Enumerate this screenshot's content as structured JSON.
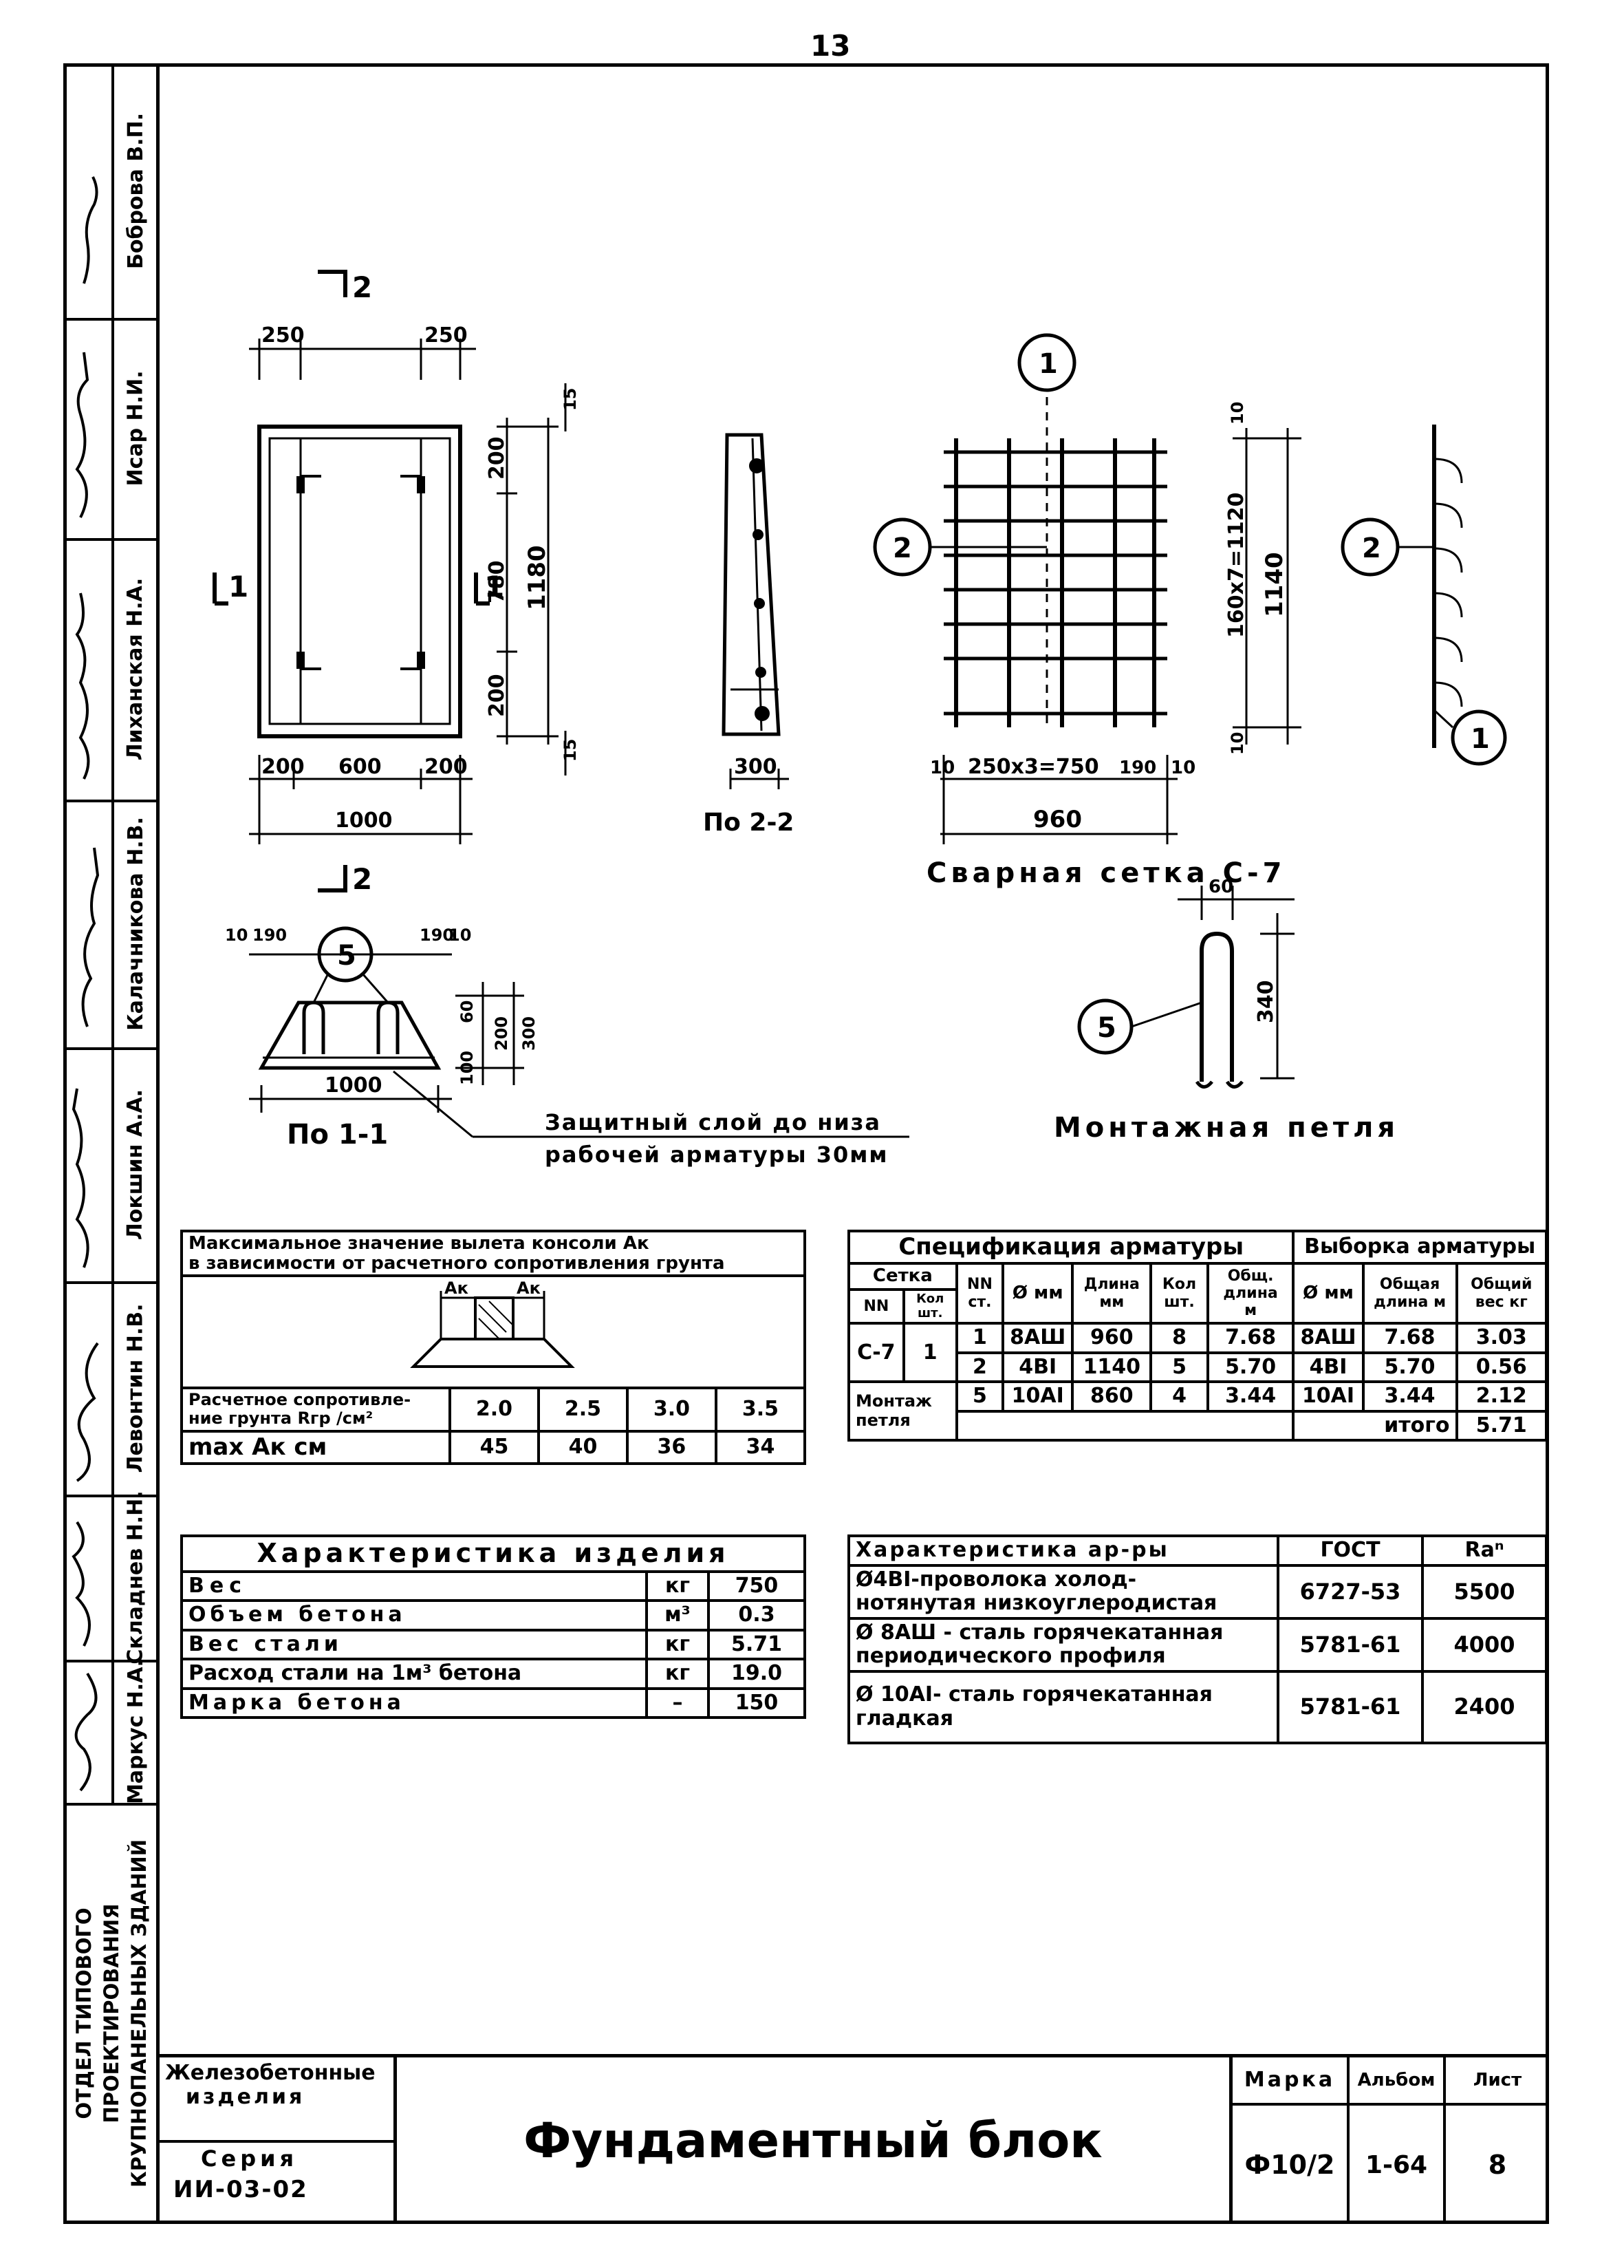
{
  "page_number": "13",
  "margin": {
    "names": [
      "Боброва В.П.",
      "Исар Н.И.",
      "Лиханская Н.А.",
      "Калачникова Н.В.",
      "Локшин А.А.",
      "Левонтин Н.В.",
      "Складнев Н.Н.",
      "Маркус Н.А."
    ],
    "dept": [
      "ОТДЕЛ ТИПОВОГО",
      "ПРОЕКТИРОВАНИЯ",
      "КРУПНОПАНЕЛЬНЫХ ЗДАНИЙ"
    ]
  },
  "drawing": {
    "block_plan": {
      "section_mark": "2",
      "side_label": "1",
      "dims_top": [
        "250",
        "250"
      ],
      "dims_bottom": [
        "200",
        "600",
        "200"
      ],
      "dim_total": "1000",
      "dims_side": [
        "200",
        "780",
        "200"
      ],
      "dim_side_total": "1180",
      "dim_cover": [
        "15",
        "15"
      ]
    },
    "section_2_2": {
      "dim": "300",
      "caption": "По 2-2"
    },
    "mesh": {
      "callouts": [
        "1",
        "2"
      ],
      "dims_bottom": [
        "10",
        "250x3=750",
        "190",
        "10"
      ],
      "dim_bottom_total": "960",
      "dims_side": [
        "10",
        "160x7=1120",
        "10"
      ],
      "dim_side_total": "1140",
      "caption": "Сварная сетка С-7"
    },
    "section_1_1": {
      "callout": "5",
      "dims_top": [
        "10",
        "190",
        "190",
        "10"
      ],
      "dims_side": [
        "60",
        "200",
        "300",
        "100"
      ],
      "dim_bottom": "1000",
      "caption": "По 1-1",
      "note_line1": "Защитный слой до низа",
      "note_line2": "рабочей арматуры 30мм"
    },
    "loop": {
      "callout": "5",
      "dim_width": "60",
      "dim_height": "340",
      "caption": "Монтажная петля"
    }
  },
  "console_table": {
    "title_line1": "Максимальное значение вылета консоли Ак",
    "title_line2": "в зависимости от расчетного сопротивления грунта",
    "figure_label": "Ак",
    "row1_label": "Расчетное сопротивле-ние грунта Rгр /см²",
    "row1_values": [
      "2.0",
      "2.5",
      "3.0",
      "3.5"
    ],
    "row2_label": "max Ак см",
    "row2_values": [
      "45",
      "40",
      "36",
      "34"
    ]
  },
  "spec_table": {
    "title_spec": "Спецификация арматуры",
    "title_sel": "Выборка арматуры",
    "hdr": {
      "setka": "Сетка",
      "nn": "NN",
      "kol": "Кол шт.",
      "nnst": "NN ст.",
      "d": "Ø мм",
      "dlina": "Длина мм",
      "kolsht": "Кол шт.",
      "obsh": "Общ. длина м",
      "dsel": "Ø мм",
      "obsh_dl": "Общая длина м",
      "obsh_ves": "Общий вес кг"
    },
    "rows": [
      {
        "setka": "С-7",
        "kol": "1",
        "nn": "1",
        "d": "8АШ",
        "dlina": "960",
        "kol_sht": "8",
        "obsh": "7.68",
        "dsel": "8АШ",
        "dl": "7.68",
        "ves": "3.03"
      },
      {
        "nn": "2",
        "d": "4ВI",
        "dlina": "1140",
        "kol_sht": "5",
        "obsh": "5.70",
        "dsel": "4ВI",
        "dl": "5.70",
        "ves": "0.56"
      },
      {
        "setka": "Монтаж петля",
        "nn": "5",
        "d": "10АI",
        "dlina": "860",
        "kol_sht": "4",
        "obsh": "3.44",
        "dsel": "10АI",
        "dl": "3.44",
        "ves": "2.12"
      }
    ],
    "total_label": "итого",
    "total_value": "5.71"
  },
  "product_table": {
    "title": "Характеристика изделия",
    "rows": [
      {
        "name": "Вес",
        "unit": "кг",
        "value": "750"
      },
      {
        "name": "Объем бетона",
        "unit": "м³",
        "value": "0.3"
      },
      {
        "name": "Вес стали",
        "unit": "кг",
        "value": "5.71"
      },
      {
        "name": "Расход стали на 1м³ бетона",
        "unit": "кг",
        "value": "19.0"
      },
      {
        "name": "Марка бетона",
        "unit": "–",
        "value": "150"
      }
    ]
  },
  "rebar_table": {
    "h1": "Характеристика ар-ры",
    "h2": "ГОСТ",
    "h3": "Rаⁿ",
    "rows": [
      {
        "l1": "Ø4ВI-проволока холод-",
        "l2": "нотянутая низкоуглеродистая",
        "gost": "6727-53",
        "ra": "5500"
      },
      {
        "l1": "Ø 8АШ - сталь горячекатанная",
        "l2": "периодического профиля",
        "gost": "5781-61",
        "ra": "4000"
      },
      {
        "l1": "Ø 10АI- сталь горячекатанная",
        "l2": "гладкая",
        "gost": "5781-61",
        "ra": "2400"
      }
    ]
  },
  "title_block": {
    "category_line1": "Железобетонные",
    "category_line2": "изделия",
    "series_label": "Серия",
    "series_value": "ИИ-03-02",
    "title": "Фундаментный блок",
    "marka_label": "Марка",
    "album_label": "Альбом",
    "list_label": "Лист",
    "marka_value": "Ф10/2",
    "album_value": "1-64",
    "list_value": "8"
  }
}
